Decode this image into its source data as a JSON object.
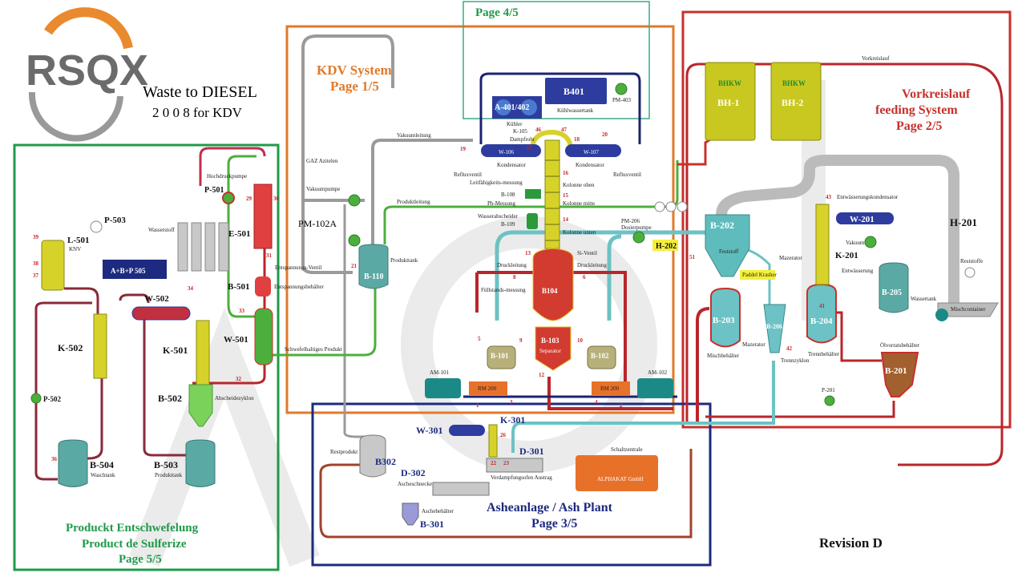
{
  "logo": {
    "text": "RSQX"
  },
  "header": {
    "line1": "Waste to DIESEL",
    "line2": "2 0 0 8   for KDV"
  },
  "revision": "Revision D",
  "sections": {
    "kdv": {
      "title": "KDV System",
      "page": "Page 1/5",
      "color": "#e07a2a"
    },
    "feeding": {
      "title1": "Vorkreislauf",
      "title2": "feeding System",
      "page": "Page 2/5",
      "color": "#c8302c"
    },
    "ash": {
      "title": "Asheanlage / Ash Plant",
      "page": "Page 3/5",
      "color": "#1c2a80"
    },
    "page4": {
      "page": "Page 4/5",
      "color": "#3aaa8a"
    },
    "product": {
      "title1": "Produckt Entschwefelung",
      "title2": "Product de Sulferize",
      "page": "Page 5/5",
      "color": "#1f9a4a"
    }
  },
  "equipment": {
    "bh1": "BH-1",
    "bh2": "BH-2",
    "bhkw": "BHKW",
    "b401": "B401",
    "a401": "A-401/402",
    "pm403": "PM-403",
    "kuehler": "Kühler",
    "kuehlwassertank": "Kühlwassertank",
    "k105": "K-105",
    "dampfrohr": "Dampfrohr",
    "w106": "W-106",
    "w107": "W-107",
    "kondensator": "Kondensator",
    "refluxventil": "Refluxventil",
    "leitf": "Leitfähigkeits-messung",
    "b108": "B-108",
    "ph": "Ph-Messung",
    "wasserab": "Wasserabscheider",
    "b109": "B-109",
    "kol_oben": "Kolonne oben",
    "kol_mitte": "Kolonne mitte",
    "kol_unten": "Kolonne unten",
    "vakuumleitung": "Vakuumleitung",
    "produktleitung": "Produktleitung",
    "gaz": "GAZ Azitelen",
    "vakuumpumpe": "Vakuumpumpe",
    "pm102a": "PM-102A",
    "b110": "B-110",
    "produkttank": "Produkttank",
    "schwefel": "Schwefelhaltiges Produkt",
    "b104": "B104",
    "b103": "B-103",
    "separator": "Separator",
    "b101": "B-101",
    "b102": "B-102",
    "druckleitung": "Druckleitung",
    "siventil": "Si-Ventil",
    "fuellstand": "Füllstands-messung",
    "rm200": "RM 200",
    "am101": "AM-101",
    "am102": "AM-102",
    "pm206": "PM-206",
    "dosierpumpe": "Dosierpumpe",
    "h202": "H-202",
    "b202": "B-202",
    "feststoff": "Feststoff",
    "paddel": "Paddel Krasher",
    "mazerator": "Mazerator",
    "b203": "B-203",
    "mischbehaelter": "Mischbehälter",
    "b206": "B-206",
    "trennzyklon": "Trennzyklon",
    "b204": "B-204",
    "trennbehaelter": "Trennbehälter",
    "k201": "K-201",
    "w201": "W-201",
    "entwaesserungskond": "Entwässerungskondensator",
    "entwaesserung": "Entwässerung",
    "vakuum": "Vakuum",
    "b205": "B-205",
    "wassertank": "Wassertank",
    "h201": "H-201",
    "reststoffe": "Reststoffe",
    "mischcontainer": "Mischcontainer",
    "b201": "B-201",
    "oelvorrat": "Ölvorratsbehälter",
    "p201": "P-201",
    "vorkreislauf": "Vorkreislauf",
    "w301": "W-301",
    "k301": "K-301",
    "d301": "D-301",
    "d302": "D-302",
    "b302": "B302",
    "b301": "B-301",
    "restprodukt": "Restprodukt",
    "ascheschnecke": "Ascheschnecke",
    "verdampf": "Verdampfungsofen Austrag",
    "aschebehaelter": "Aschebehälter",
    "schaltzentrale": "Schaltzentrale",
    "alpha": "ALPHAKAT GmbH",
    "p501": "P-501",
    "hochdruckpumpe": "Hochdruckpumpe",
    "wasserstoff": "Wasserstoff",
    "e501": "E-501",
    "b501": "B-501",
    "entspannungsbehaelter": "Entspannungsbehälter",
    "entspannungsventil": "Entspannungs-Ventil",
    "w501": "W-501",
    "p503": "P-503",
    "l501": "L-501",
    "knv": "KNV",
    "abp505": "A+B+P 505",
    "w502": "W-502",
    "k502": "K-502",
    "k501": "K-501",
    "b502": "B-502",
    "abscheide": "Abscheidezyklon",
    "p502": "P-502",
    "b504": "B-504",
    "waschtank": "Waschtank",
    "b503": "B-503"
  },
  "stream_numbers": [
    "1",
    "2",
    "3",
    "4",
    "5",
    "6",
    "8",
    "9",
    "10",
    "12",
    "13",
    "14",
    "15",
    "16",
    "17",
    "18",
    "19",
    "20",
    "21",
    "22",
    "23",
    "26",
    "29",
    "30",
    "31",
    "32",
    "33",
    "34",
    "36",
    "37",
    "38",
    "39",
    "41",
    "42",
    "43",
    "46",
    "47",
    "51"
  ],
  "colors": {
    "process_red": "#b8262b",
    "product_green": "#4caf3c",
    "coolant_teal": "#6cc2c4",
    "vacuum_grey": "#9a9a9a",
    "cooling_navy": "#1c2470",
    "vessel_teal": "#5aa9a4",
    "column_yellow": "#d7d22a"
  }
}
